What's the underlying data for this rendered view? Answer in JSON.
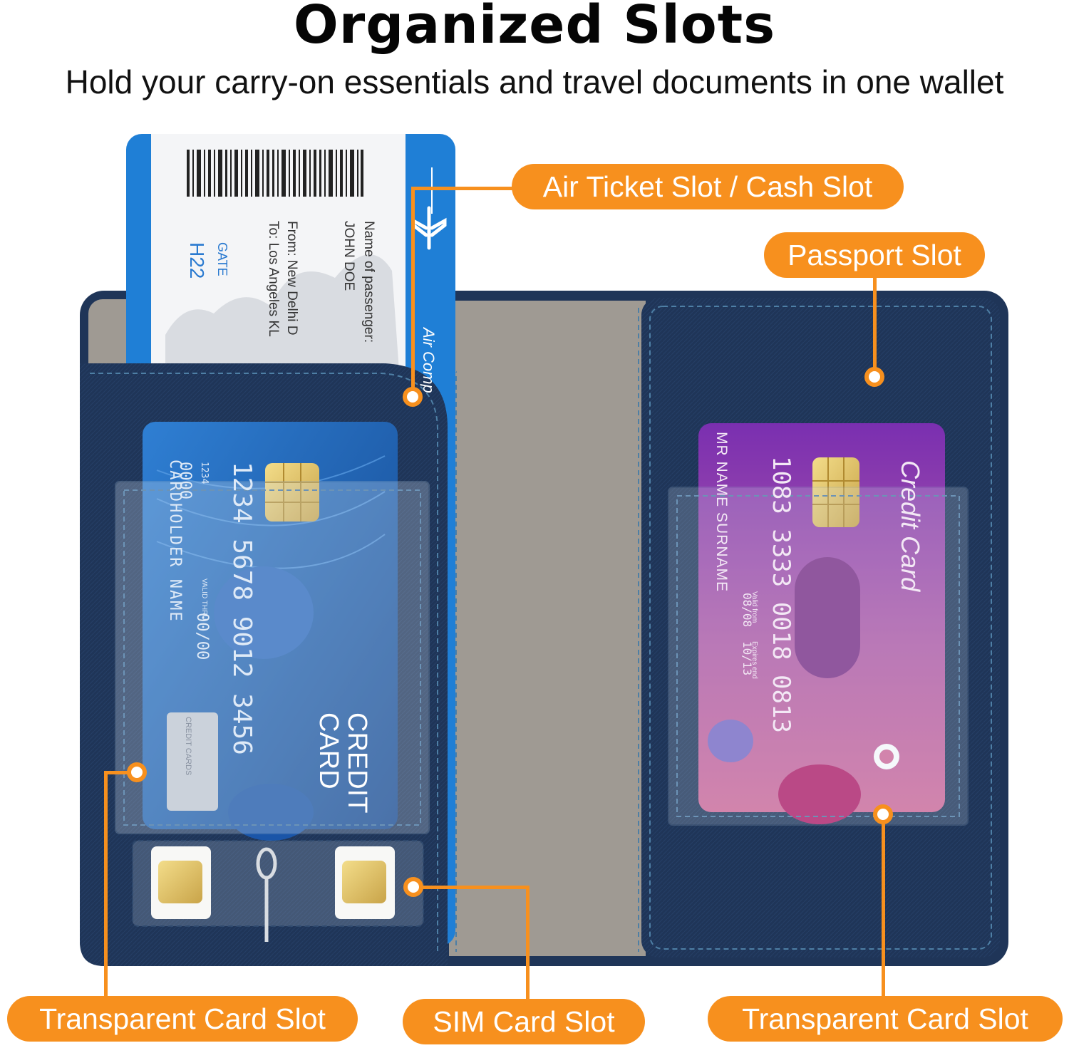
{
  "header": {
    "title": "Organized Slots",
    "subtitle": "Hold your carry-on essentials and travel documents in one wallet"
  },
  "callouts": {
    "air_ticket": "Air Ticket Slot / Cash Slot",
    "passport": "Passport Slot",
    "transparent_left": "Transparent Card Slot",
    "sim": "SIM Card Slot",
    "transparent_right": "Transparent Card Slot"
  },
  "boarding_pass": {
    "passenger_label": "Name of passenger:",
    "passenger": "JOHN DOE",
    "from": "From: New Delhi D",
    "to": "To: Los Angeles KL",
    "gate_label": "GATE",
    "gate": "H22",
    "airline": "Air Comp"
  },
  "blue_card": {
    "number": "1234 5678 9012 3456",
    "small_number": "0000",
    "small_code": "1234",
    "valid_label": "VALID THRU",
    "valid": "00/00",
    "holder": "CARDHOLDER NAME",
    "brand_line1": "CREDIT",
    "brand_line2": "CARD",
    "badge": "CREDIT CARDS"
  },
  "purple_card": {
    "brand": "Credit Card",
    "number": "1083 3333 0018 0813",
    "holder": "MR NAME SURNAME",
    "valid_label": "Valid from",
    "valid": "08/08",
    "expires_label": "Expires end",
    "expires": "10/13"
  },
  "colors": {
    "accent": "#f7901e",
    "leather": "#1f3558",
    "lining": "#9f9a93"
  },
  "icons": [
    "airplane-icon",
    "sim-card-icon",
    "sim-ejector-pin-icon",
    "chip-icon",
    "contactless-icon"
  ]
}
